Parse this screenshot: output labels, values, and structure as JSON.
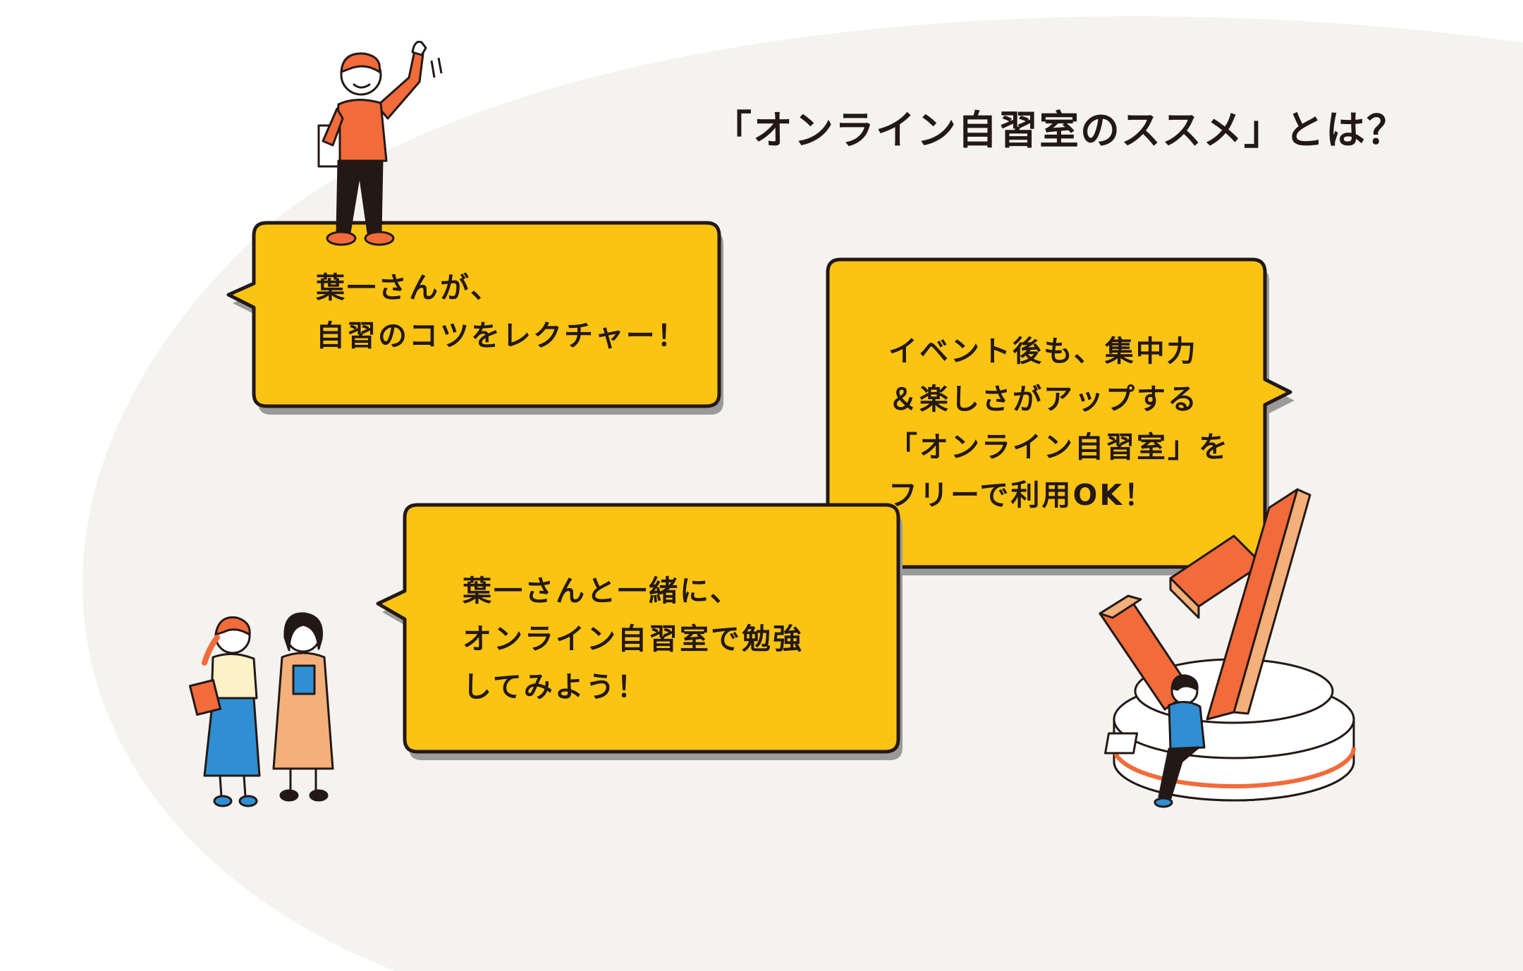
{
  "heading": "「オンライン自習室のススメ」とは？",
  "bubbles": {
    "lecture": {
      "line1": "葉一さんが、",
      "line2": "自習のコツをレクチャー！"
    },
    "together": {
      "line1": "葉一さんと一緒に、",
      "line2": "オンライン自習室で勉強",
      "line3": "してみよう！"
    },
    "after_event": {
      "line1": "イベント後も、集中力",
      "line2": "＆楽しさがアップする",
      "line3": "「オンライン自習室」を",
      "line4": "フリーで利用OK！"
    }
  },
  "colors": {
    "background_blob": "#f4f3ef",
    "bubble_fill": "#fbc413",
    "bubble_outline": "#231815",
    "accent_orange": "#f26b3a",
    "accent_tan": "#f3b07a",
    "accent_blue": "#2f8fd2"
  },
  "icons": [
    "waving-student-illustration",
    "two-students-illustration",
    "laptop-student-illustration",
    "checkmark-sculpture-illustration"
  ]
}
